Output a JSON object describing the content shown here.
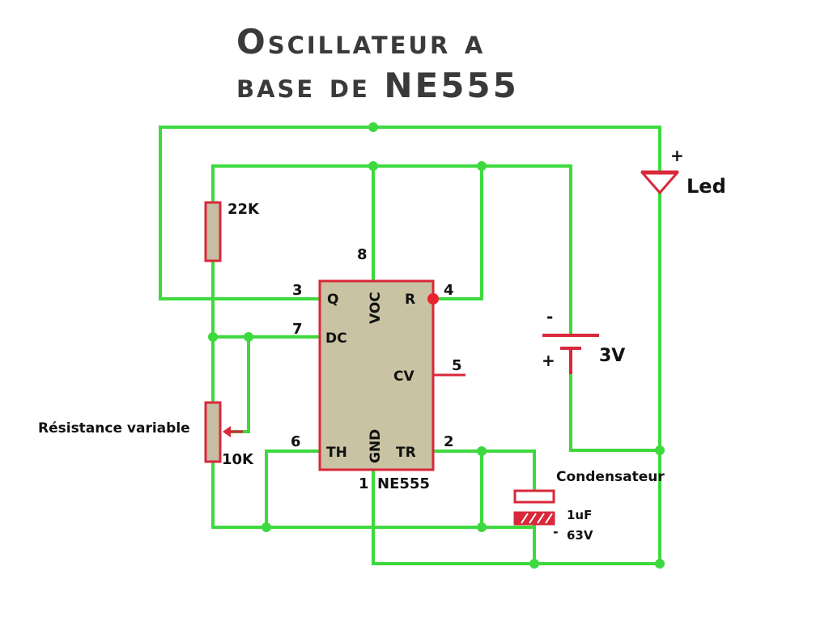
{
  "title": {
    "line1": "Oscillateur a",
    "line2": "base de NE555"
  },
  "chip": {
    "name": "NE555",
    "pins": {
      "q": "Q",
      "voc": "VOC",
      "r": "R",
      "dc": "DC",
      "cv": "CV",
      "th": "TH",
      "gnd": "GND",
      "tr": "TR"
    },
    "pin_numbers": {
      "p1": "1",
      "p2": "2",
      "p3": "3",
      "p4": "4",
      "p5": "5",
      "p6": "6",
      "p7": "7",
      "p8": "8"
    }
  },
  "components": {
    "r1_value": "22K",
    "pot_label": "Résistance variable",
    "pot_value": "10K",
    "led_label": "Led",
    "led_plus": "+",
    "battery_value": "3V",
    "battery_minus": "-",
    "battery_plus": "+",
    "cap_label": "Condensateur",
    "cap_value": "1uF",
    "cap_voltage": "63V",
    "cap_minus": "-"
  },
  "colors": {
    "wire": "#3ed93e",
    "component_outline": "#d8283a",
    "chip_fill": "#c9c3a3",
    "resistor_fill": "#c7bda3",
    "pin4_dot": "#e8232e"
  }
}
